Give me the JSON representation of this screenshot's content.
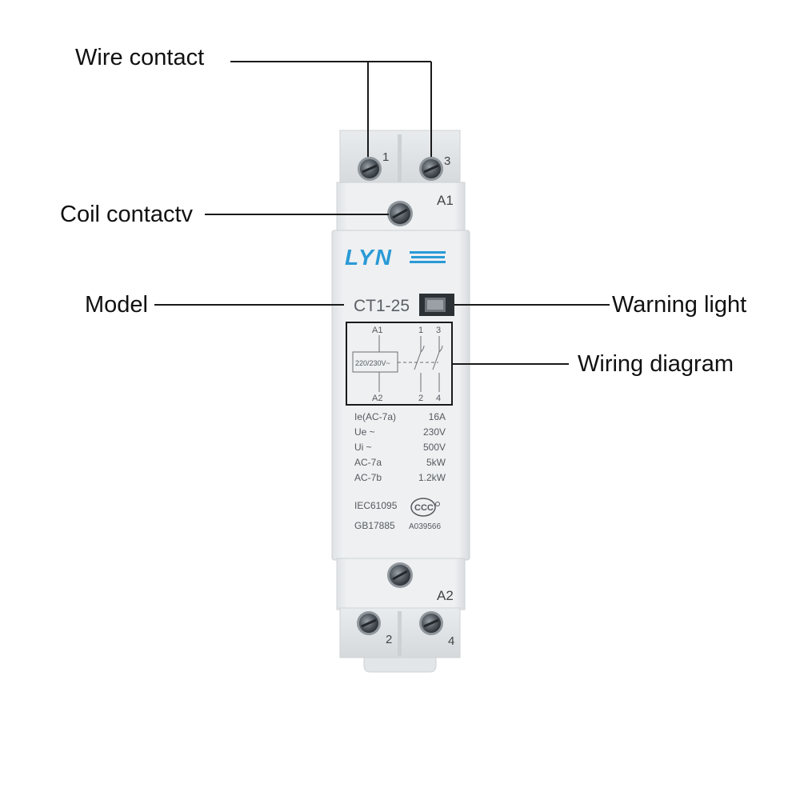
{
  "callouts": {
    "wire_contact": "Wire contact",
    "coil_contact": "Coil contactv",
    "model": "Model",
    "warning_light": "Warning light",
    "wiring_diagram": "Wiring diagram"
  },
  "device": {
    "brand": "LYN",
    "model": "CT1-25",
    "terminals": {
      "top_left": "1",
      "top_right": "3",
      "bottom_left": "2",
      "bottom_right": "4",
      "coil_top": "A1",
      "coil_bottom": "A2"
    },
    "diagram": {
      "a1": "A1",
      "a2": "A2",
      "coil_voltage": "220/230V~",
      "c1": "1",
      "c3": "3",
      "c2": "2",
      "c4": "4"
    },
    "specs": [
      {
        "label": "Ie(AC-7a)",
        "value": "16A"
      },
      {
        "label": "Ue ~",
        "value": "230V"
      },
      {
        "label": "Ui ~",
        "value": "500V"
      },
      {
        "label": "AC-7a",
        "value": "5kW"
      },
      {
        "label": "AC-7b",
        "value": "1.2kW"
      }
    ],
    "standard_1": "IEC61095",
    "standard_2": "GB17885",
    "cert_mark": "CCC",
    "cert_code": "A039566"
  },
  "colors": {
    "brand_blue": "#2a9ad6",
    "body_light": "#eceef0",
    "body_shadow": "#d8dbde",
    "screw_dark": "#4b5258"
  }
}
